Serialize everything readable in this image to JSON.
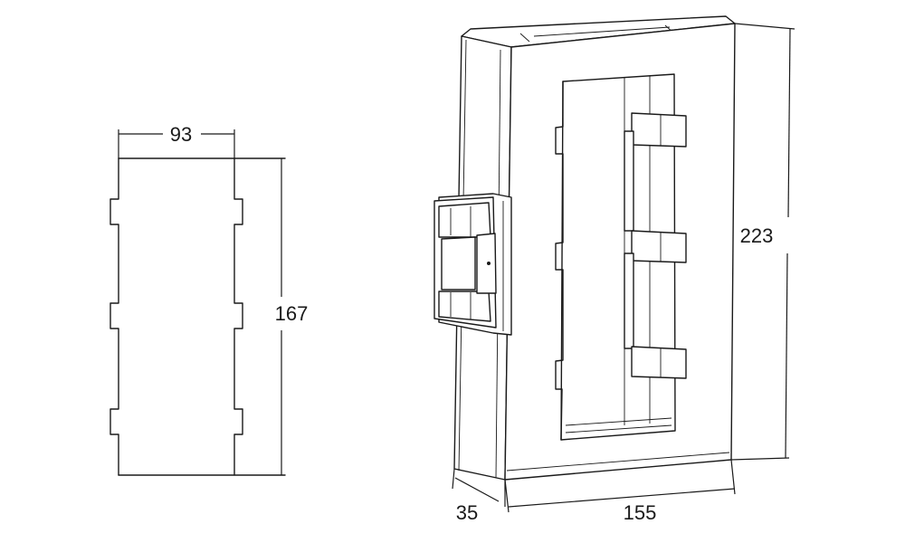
{
  "dimensions": {
    "top_width": "93",
    "front_height": "167",
    "total_height": "223",
    "depth": "35",
    "total_width": "155"
  }
}
